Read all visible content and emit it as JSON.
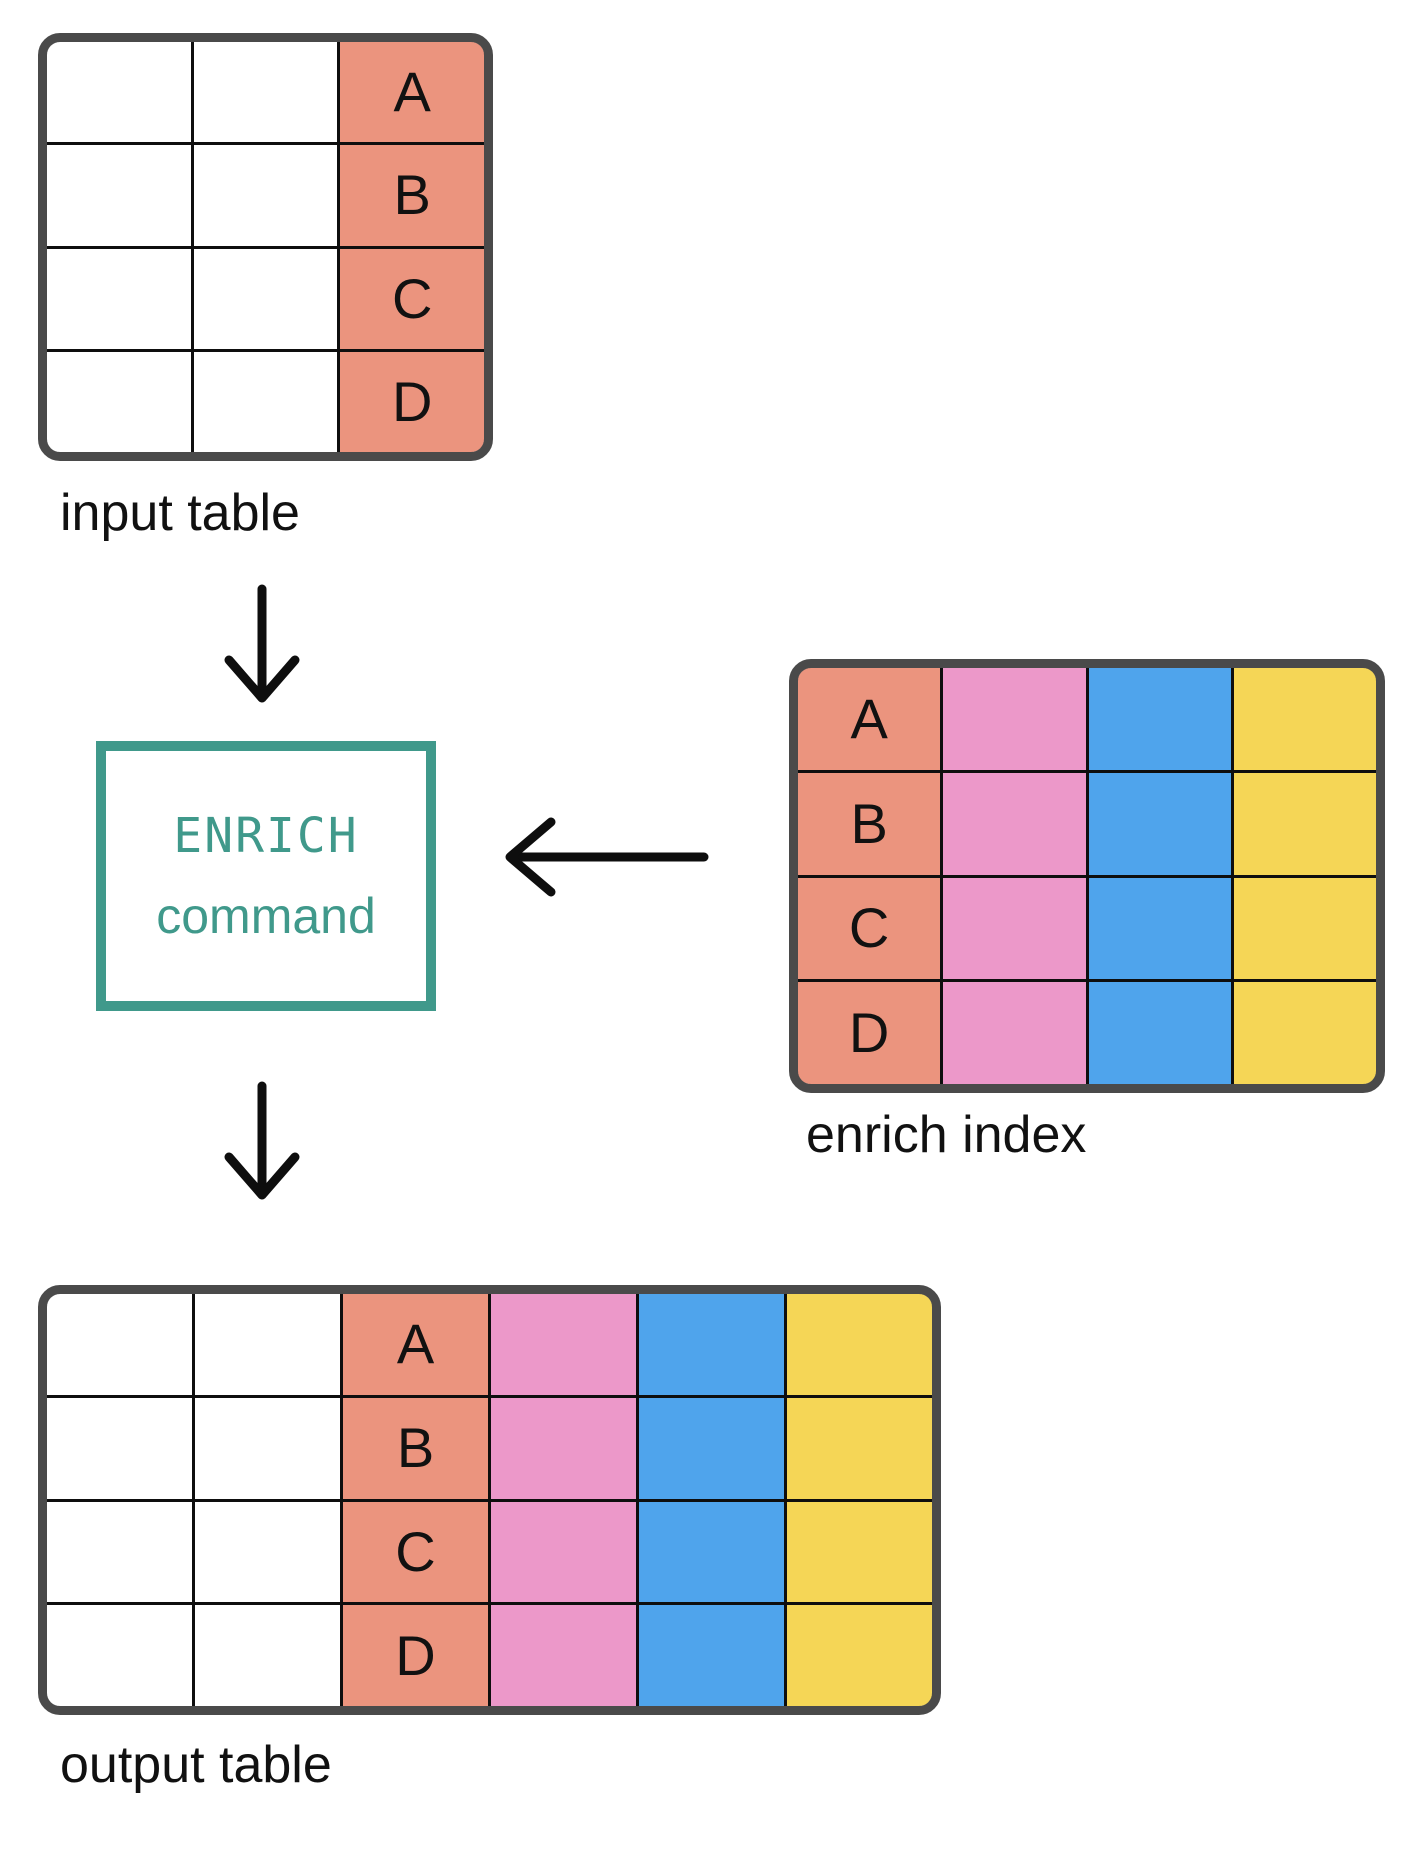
{
  "colors": {
    "salmon": "#EB947E",
    "pink": "#EC98C9",
    "blue": "#4FA4EC",
    "yellow": "#F5D656",
    "teal": "#40998B",
    "frame": "#4A4A4A",
    "line": "#0E0E0E",
    "text": "#111111"
  },
  "input_table": {
    "label": "input table",
    "rows": 4,
    "cols": 3,
    "match_values": [
      "A",
      "B",
      "C",
      "D"
    ]
  },
  "enrich_command": {
    "title": "ENRICH",
    "subtitle": "command"
  },
  "enrich_index": {
    "label": "enrich index",
    "rows": 4,
    "cols": 4,
    "match_values": [
      "A",
      "B",
      "C",
      "D"
    ]
  },
  "output_table": {
    "label": "output table",
    "rows": 4,
    "cols": 6,
    "match_values": [
      "A",
      "B",
      "C",
      "D"
    ]
  },
  "arrows": [
    {
      "name": "input-to-command",
      "direction": "down"
    },
    {
      "name": "index-to-command",
      "direction": "left"
    },
    {
      "name": "command-to-output",
      "direction": "down"
    }
  ]
}
